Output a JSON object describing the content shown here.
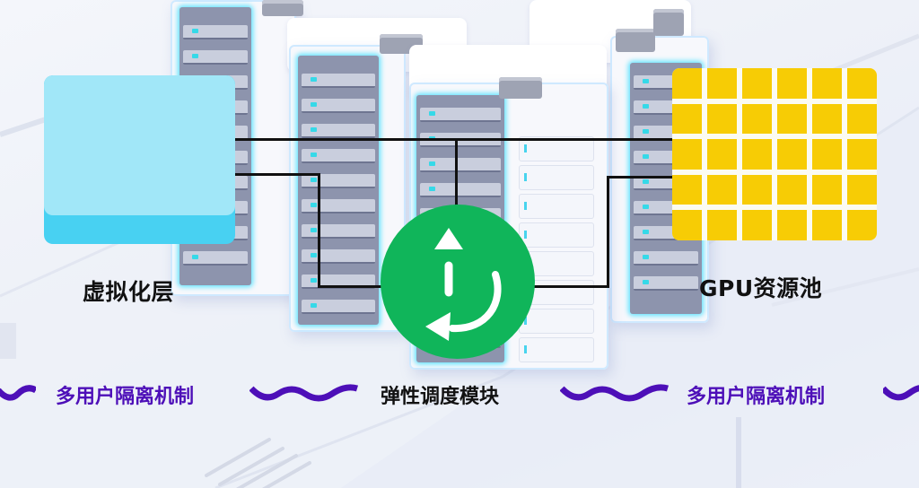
{
  "diagram": {
    "nodes": {
      "virtualization_layer": {
        "label": "虚拟化层",
        "color": "#a1e7f8",
        "base_color": "#48d1f2"
      },
      "gpu_pool": {
        "label": "GPU资源池",
        "color": "#f7cc05",
        "grid": {
          "columns": 6,
          "rows": 5
        }
      },
      "scheduler": {
        "icon": "rotate-arrows-icon",
        "color": "#10b55a"
      }
    },
    "bottom_row": {
      "items": [
        {
          "label": "多用户隔离机制",
          "color": "#4d0fb8"
        },
        {
          "label": "弹性调度模块",
          "color": "#111111"
        },
        {
          "label": "多用户隔离机制",
          "color": "#4d0fb8"
        }
      ],
      "separator_color": "#4d0fb8"
    },
    "connector_color": "#111111"
  }
}
